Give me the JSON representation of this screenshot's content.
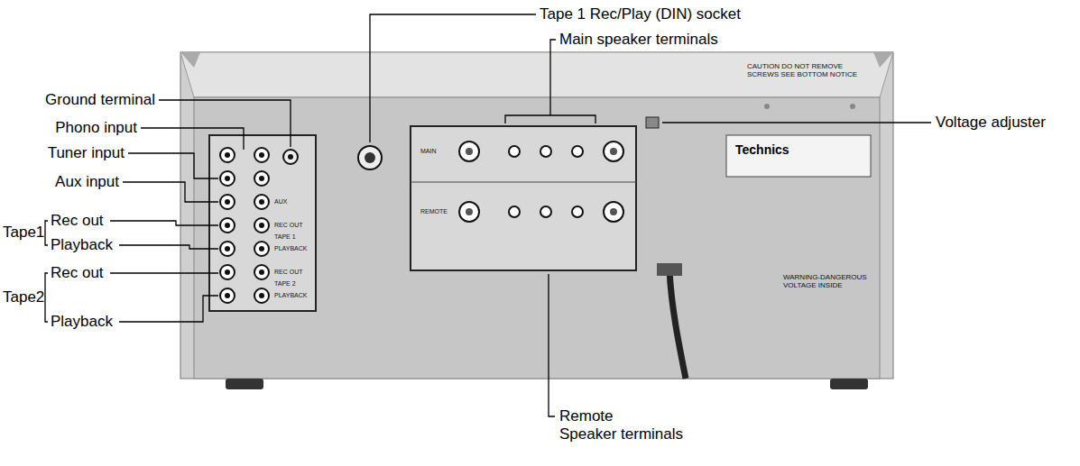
{
  "diagram": {
    "labels": [
      "Tape 1 Rec/Play (DIN) socket",
      "Main speaker terminals",
      "Ground terminal",
      "Phono input",
      "Tuner input",
      "Aux input",
      "Voltage adjuster",
      "Rec out",
      "Tape1",
      "Playback",
      "Rec out",
      "Tape2",
      "Playback",
      "Remote Speaker terminals",
      "CAUTION DO NOT REMOVE SCREWS SEE BOTTOM NOTICE",
      "Technics",
      "WARNING-DANGEROUS VOLTAGE INSIDE",
      "AUX",
      "REC OUT",
      "TAPE 1",
      "PLAYBACK",
      "REC OUT",
      "TAPE 2",
      "PLAYBACK",
      "MAIN",
      "REMOTE"
    ]
  }
}
